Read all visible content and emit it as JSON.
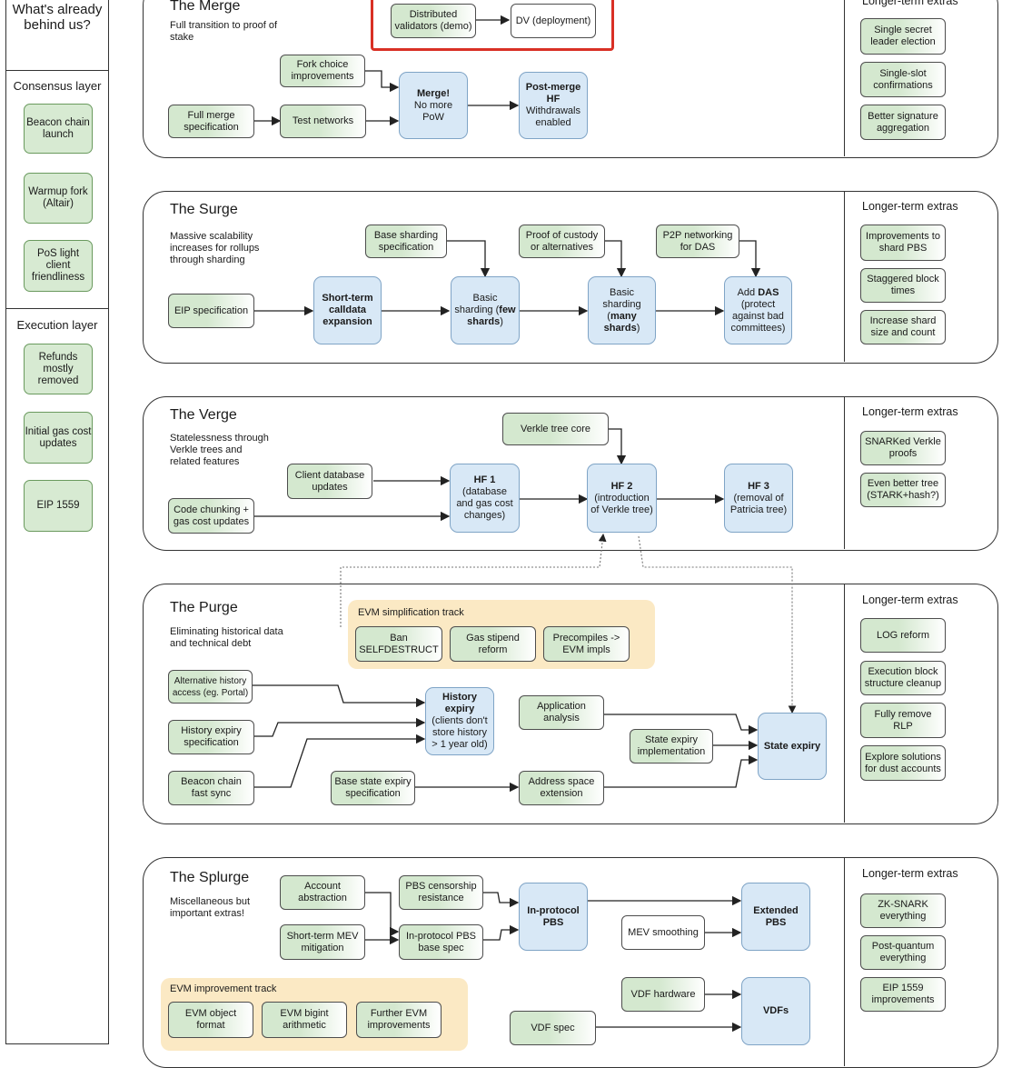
{
  "sidebar": {
    "title": "What's already behind us?",
    "consensus_heading": "Consensus layer",
    "consensus_items": [
      "Beacon chain launch",
      "Warmup fork (Altair)",
      "PoS light client friendliness"
    ],
    "execution_heading": "Execution layer",
    "execution_items": [
      "Refunds mostly removed",
      "Initial gas cost updates",
      "EIP 1559"
    ]
  },
  "merge": {
    "title": "The Merge",
    "subtitle": "Full transition to proof of stake",
    "nodes": {
      "distributed_validators": "Distributed validators (demo)",
      "dv_deployment": "DV (deployment)",
      "fork_choice": "Fork choice improvements",
      "full_merge_spec": "Full merge specification",
      "test_networks": "Test networks",
      "merge_title": "Merge!",
      "merge_body": "No more PoW",
      "post_merge_title": "Post-merge HF",
      "post_merge_body": "Withdrawals enabled"
    },
    "extras_title": "Longer-term extras",
    "extras": [
      "Single secret leader election",
      "Single-slot confirmations",
      "Better signature aggregation"
    ]
  },
  "surge": {
    "title": "The Surge",
    "subtitle": "Massive scalability increases for rollups through sharding",
    "nodes": {
      "eip_spec": "EIP specification",
      "short_term_calldata": "Short-term calldata expansion",
      "base_sharding_spec": "Base sharding specification",
      "basic_sharding_few_a": "Basic sharding (",
      "basic_sharding_few_b": "few shards",
      "basic_sharding_few_c": ")",
      "proof_of_custody": "Proof of custody or alternatives",
      "basic_sharding_many_a": "Basic sharding (",
      "basic_sharding_many_b": "many shards",
      "basic_sharding_many_c": ")",
      "p2p_networking": "P2P networking for DAS",
      "add_das_a": "Add ",
      "add_das_b": "DAS",
      "add_das_c": " (protect against bad committees)"
    },
    "extras_title": "Longer-term extras",
    "extras": [
      "Improvements to shard PBS",
      "Staggered block times",
      "Increase shard size and count"
    ]
  },
  "verge": {
    "title": "The Verge",
    "subtitle": "Statelessness through Verkle trees and related features",
    "nodes": {
      "client_db": "Client database updates",
      "code_chunking": "Code chunking + gas cost updates",
      "hf1_title": "HF 1",
      "hf1_body": "(database and gas cost changes)",
      "verkle_core": "Verkle tree core",
      "hf2_title": "HF 2",
      "hf2_body": "(introduction of Verkle tree)",
      "hf3_title": "HF 3",
      "hf3_body": "(removal of Patricia tree)"
    },
    "extras_title": "Longer-term extras",
    "extras": [
      "SNARKed Verkle proofs",
      "Even better tree (STARK+hash?)"
    ]
  },
  "purge": {
    "title": "The Purge",
    "subtitle": "Eliminating historical data and technical debt",
    "evm_track_label": "EVM simplification track",
    "nodes": {
      "ban_selfdestruct": "Ban SELFDESTRUCT",
      "gas_stipend": "Gas stipend reform",
      "precompiles": "Precompiles -> EVM impls",
      "alt_history": "Alternative history access (eg. Portal)",
      "history_expiry_spec": "History expiry specification",
      "beacon_fast_sync": "Beacon chain fast sync",
      "history_expiry_title": "History expiry",
      "history_expiry_body": "(clients don't store history > 1 year old)",
      "application_analysis": "Application analysis",
      "state_expiry_impl": "State expiry implementation",
      "base_state_expiry_spec": "Base state expiry specification",
      "address_space_ext": "Address space extension",
      "state_expiry": "State expiry"
    },
    "extras_title": "Longer-term extras",
    "extras": [
      "LOG reform",
      "Execution block structure cleanup",
      "Fully remove RLP",
      "Explore solutions for dust accounts"
    ]
  },
  "splurge": {
    "title": "The Splurge",
    "subtitle": "Miscellaneous but important extras!",
    "evm_track_label": "EVM improvement track",
    "nodes": {
      "account_abstraction": "Account abstraction",
      "pbs_censorship": "PBS censorship resistance",
      "short_term_mev": "Short-term MEV mitigation",
      "in_protocol_pbs_spec": "In-protocol PBS base spec",
      "in_protocol_pbs": "In-protocol PBS",
      "mev_smoothing": "MEV smoothing",
      "extended_pbs": "Extended PBS",
      "vdf_hardware": "VDF hardware",
      "vdf_spec": "VDF spec",
      "vdfs": "VDFs",
      "evm_object_format": "EVM object format",
      "evm_bigint": "EVM bigint arithmetic",
      "further_evm": "Further EVM improvements"
    },
    "extras_title": "Longer-term extras",
    "extras": [
      "ZK-SNARK everything",
      "Post-quantum everything",
      "EIP 1559 improvements"
    ]
  },
  "colors": {
    "done_green": "#d7ead2",
    "spec_green": "#d4e8cf",
    "milestone_blue": "#d8e8f6",
    "track_yellow": "#fbe9c4",
    "highlight_red": "#d93025"
  }
}
